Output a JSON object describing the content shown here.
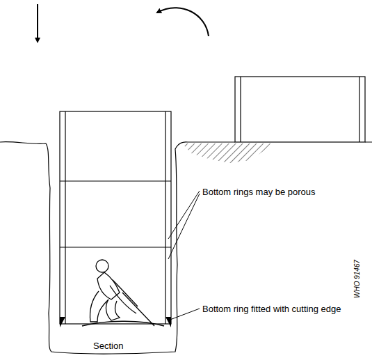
{
  "diagram": {
    "labels": [
      "Bottom rings may be porous",
      "Bottom ring fitted with cutting edge",
      "Section",
      "WHO 91467"
    ]
  }
}
